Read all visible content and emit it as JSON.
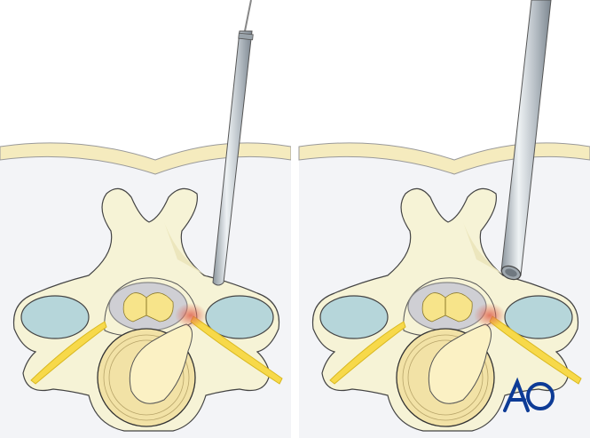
{
  "panels": [
    {
      "instrument": "thin-probe"
    },
    {
      "instrument": "working-tube"
    }
  ],
  "logo": {
    "text": "AO",
    "color": "#0d3b96"
  },
  "colors": {
    "bone": "#f6f3d6",
    "bone_shade": "#ece6bd",
    "skin": "#f5ebbe",
    "tissue_bg": "#f3f4f7",
    "lateral_mass": "#b6d6da",
    "nerve": "#f7d94a",
    "disc": "#f2e2a6",
    "inflammation": "#e0624d",
    "instrument": "#b9c1c8"
  }
}
